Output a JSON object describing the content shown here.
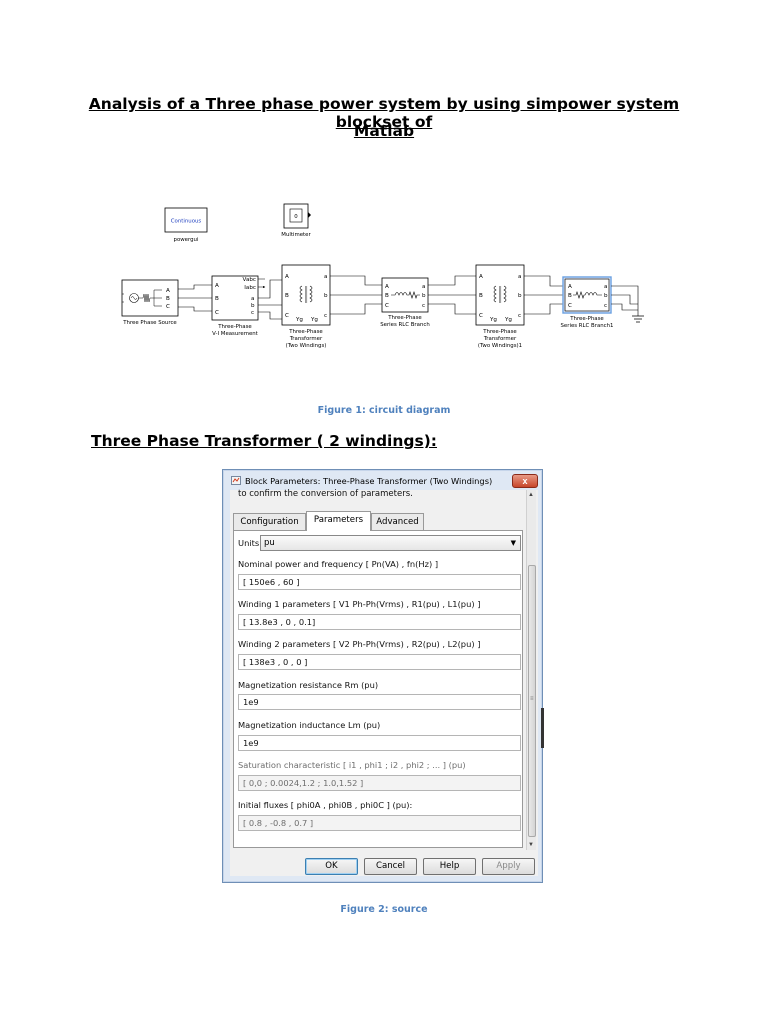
{
  "document": {
    "title_line1": "Analysis of a Three phase power system by using simpower system blockset of",
    "title_line2": "Matlab",
    "figure1_caption": "Figure 1: circuit diagram",
    "section_heading": "Three Phase Transformer ( 2 windings):",
    "figure2_caption": "Figure 2: source"
  },
  "diagram": {
    "powergui_text": "Continuous",
    "powergui_label": "powergui",
    "multimeter_value": "0",
    "multimeter_label": "Multimeter",
    "source_label": "Three Phase Source",
    "vi_label_1": "Three-Phase",
    "vi_label_2": "V-I Measurement",
    "vi_port_vabc": "Vabc",
    "vi_port_iabc": "Iabc",
    "transformer1_label_1": "Three-Phase",
    "transformer1_label_2": "Transformer",
    "transformer1_label_3": "(Two Windings)",
    "rlc1_label_1": "Three-Phase",
    "rlc1_label_2": "Series RLC Branch",
    "transformer2_label_1": "Three-Phase",
    "transformer2_label_2": "Transformer",
    "transformer2_label_3": "(Two Windings)1",
    "rlc2_label_1": "Three-Phase",
    "rlc2_label_2": "Series RLC Branch1",
    "port_A": "A",
    "port_B": "B",
    "port_C": "C",
    "port_a": "a",
    "port_b": "b",
    "port_c": "c",
    "winding_label": "Yg"
  },
  "dialog": {
    "title": "Block Parameters: Three-Phase Transformer (Two Windings)",
    "partial_text": "to confirm the conversion of parameters.",
    "tabs": [
      "Configuration",
      "Parameters",
      "Advanced"
    ],
    "active_tab": "Parameters",
    "units_label": "Units",
    "units_value": "pu",
    "fields": [
      {
        "label": "Nominal power and frequency  [ Pn(VA) , fn(Hz) ]",
        "value": "[ 150e6 , 60 ]",
        "enabled": true
      },
      {
        "label": "Winding 1 parameters [ V1 Ph-Ph(Vrms) , R1(pu) , L1(pu) ]",
        "value": "[ 13.8e3 , 0 , 0.1]",
        "enabled": true
      },
      {
        "label": "Winding 2 parameters [ V2 Ph-Ph(Vrms) , R2(pu) , L2(pu) ]",
        "value": "[ 138e3 , 0 , 0 ]",
        "enabled": true
      },
      {
        "label": "Magnetization resistance  Rm (pu)",
        "value": "1e9",
        "enabled": true
      },
      {
        "label": "Magnetization inductance  Lm (pu)",
        "value": "1e9",
        "enabled": true
      },
      {
        "label": "Saturation characteristic [ i1 ,  phi1 ;  i2 , phi2 ; ... ] (pu)",
        "value": "[ 0,0 ; 0.0024,1.2 ; 1.0,1.52 ]",
        "enabled": false
      },
      {
        "label": "Initial fluxes [ phi0A , phi0B , phi0C ] (pu):",
        "value": "[ 0.8 , -0.8 , 0.7 ]",
        "enabled": false
      }
    ],
    "buttons": {
      "ok": "OK",
      "cancel": "Cancel",
      "help": "Help",
      "apply": "Apply"
    },
    "close_glyph": "x"
  }
}
